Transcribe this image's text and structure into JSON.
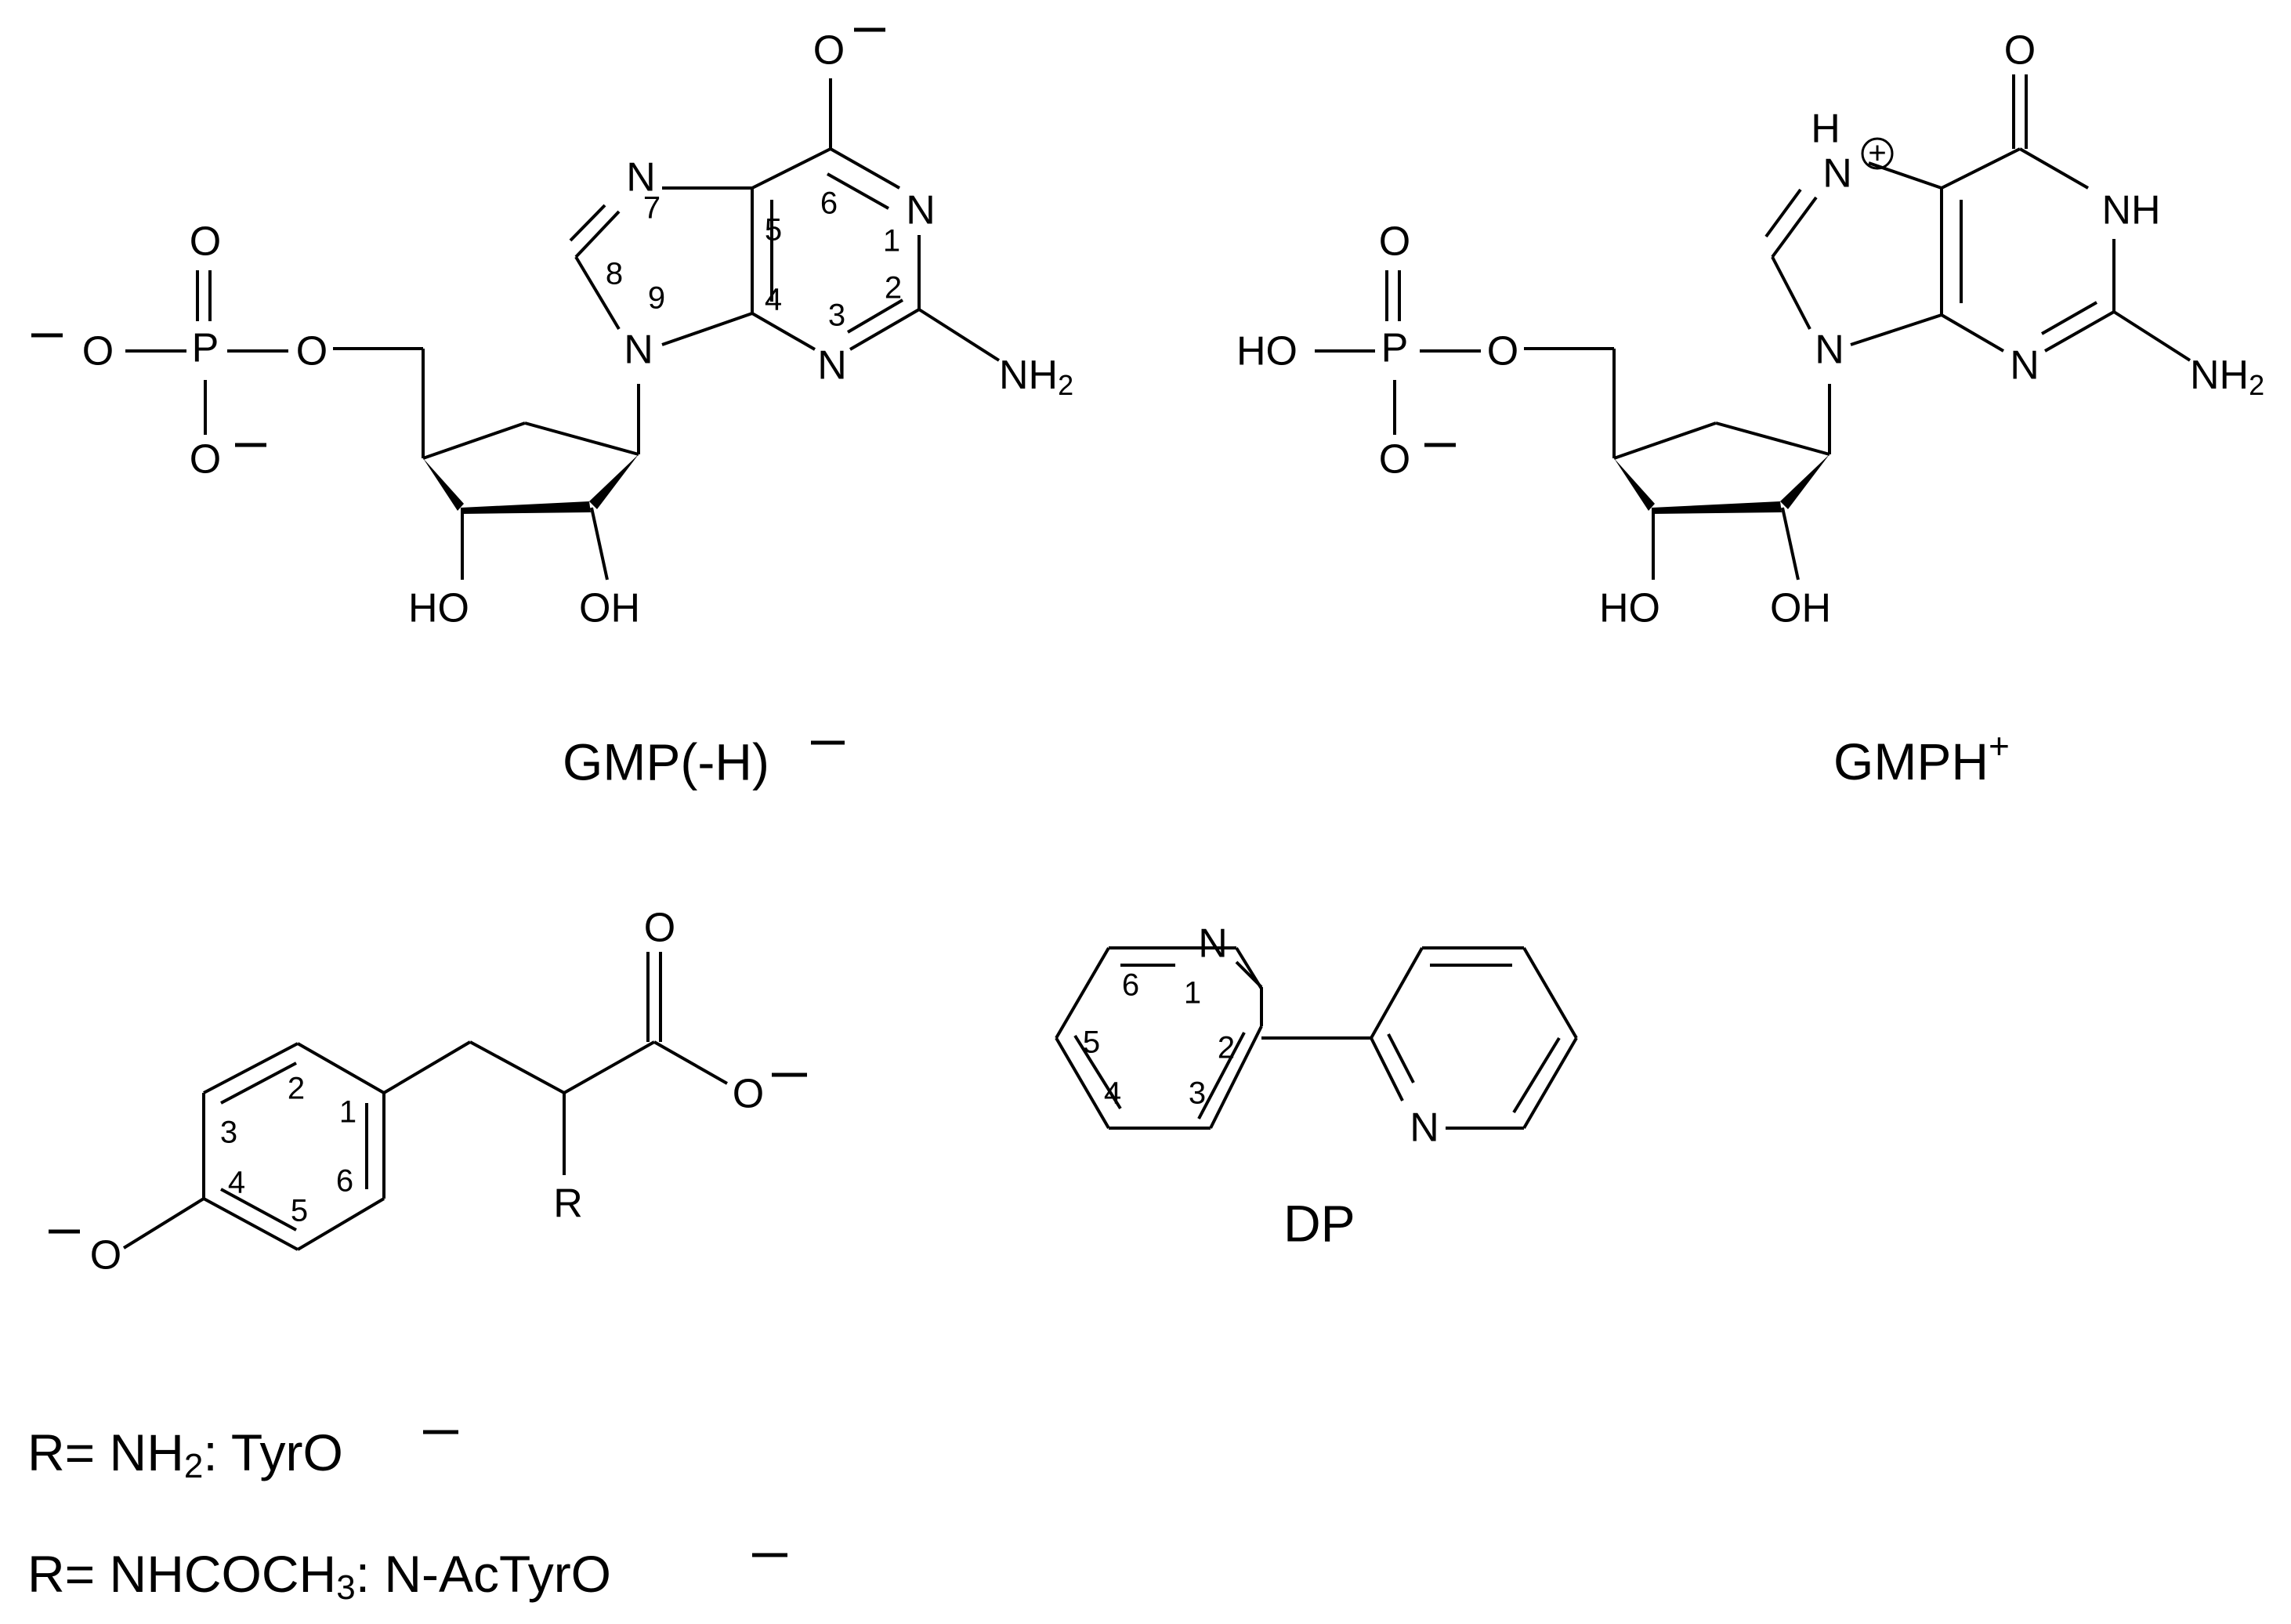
{
  "molecules": {
    "gmp_anion": {
      "name": "GMP(-H)",
      "name_charge": "−",
      "atoms": {
        "o6": "O",
        "n7": "N",
        "n1": "N",
        "n9": "N",
        "n3": "N",
        "nh2_n": "NH",
        "nh2_sub": "2",
        "p": "P",
        "o_top": "O",
        "o_left": "O",
        "o_bridge": "O",
        "o_bottom": "O",
        "ho": "HO",
        "oh": "OH"
      },
      "numbers": {
        "n1": "1",
        "n2": "2",
        "n3": "3",
        "n4": "4",
        "n5": "5",
        "n6": "6",
        "n7": "7",
        "n8": "8",
        "n9": "9"
      }
    },
    "gmph_cation": {
      "name": "GMPH",
      "name_charge": "+",
      "atoms": {
        "o6": "O",
        "h7": "H",
        "n7": "N",
        "plus": "+",
        "nh": "NH",
        "n9": "N",
        "n3": "N",
        "nh2_n": "NH",
        "nh2_sub": "2",
        "p": "P",
        "o_top": "O",
        "ho_p": "HO",
        "o_bridge": "O",
        "o_bottom": "O",
        "ho": "HO",
        "oh": "OH"
      }
    },
    "tyrosinate": {
      "atoms": {
        "o_carbonyl": "O",
        "o_carboxylate": "O",
        "r": "R",
        "o_phenolate": "O"
      },
      "numbers": {
        "n1": "1",
        "n2": "2",
        "n3": "3",
        "n4": "4",
        "n5": "5",
        "n6": "6"
      }
    },
    "dp": {
      "name": "DP",
      "atoms": {
        "n1": "N",
        "n_right": "N"
      },
      "numbers": {
        "n1": "1",
        "n2": "2",
        "n3": "3",
        "n4": "4",
        "n5": "5",
        "n6": "6"
      }
    }
  },
  "legend": [
    {
      "prefix": "R= NH",
      "sub": "2",
      "suffix": ": TyrO",
      "charge": "−"
    },
    {
      "prefix": "R= NHCOCH",
      "sub": "3",
      "suffix": ": N-AcTyrO",
      "charge": "−"
    }
  ]
}
